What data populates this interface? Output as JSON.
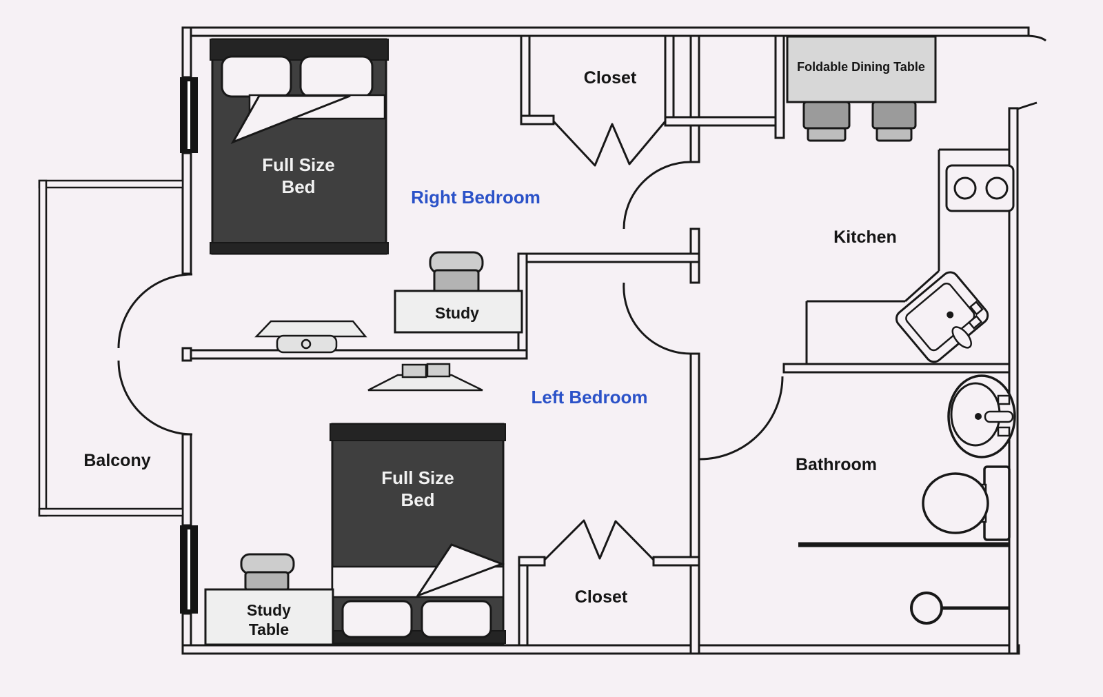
{
  "plan": {
    "rooms": {
      "right_bedroom": {
        "label": "Right Bedroom"
      },
      "left_bedroom": {
        "label": "Left Bedroom"
      },
      "kitchen": {
        "label": "Kitchen"
      },
      "bathroom": {
        "label": "Bathroom"
      },
      "balcony": {
        "label": "Balcony"
      },
      "closet_top": {
        "label": "Closet"
      },
      "closet_bottom": {
        "label": "Closet"
      }
    },
    "furniture": {
      "bed_top": {
        "line1": "Full Size",
        "line2": "Bed"
      },
      "bed_bottom": {
        "line1": "Full Size",
        "line2": "Bed"
      },
      "study_desk": {
        "label": "Study"
      },
      "study_table": {
        "line1": "Study",
        "line2": "Table"
      },
      "dining_table": {
        "label": "Foldable Dining Table"
      }
    },
    "icons": {
      "stove": "stove-two-burner-icon",
      "kitchen_sink": "kitchen-sink-icon",
      "bathroom_sink": "bathroom-sink-icon",
      "toilet": "toilet-icon",
      "shower": "shower-head-icon",
      "windows": "window-icon",
      "doors": "door-swing-arc-icon",
      "closet_doors": "bifold-door-icon",
      "tv_units": "tv-top-view-icon"
    },
    "colors": {
      "background": "#f6f1f5",
      "wall": "#181818",
      "label_blue": "#2b52c8",
      "label_black": "#151515",
      "bed_dark": "#3f3f3f",
      "bed_rail": "#242424",
      "bed_text": "#f2f2f2",
      "pillow_white": "#f6f2f5",
      "table_gray": "#d7d7d7",
      "chair_gray": "#9b9b9b",
      "chair_light": "#bdbdbd",
      "desk_light": "#efefef"
    }
  }
}
